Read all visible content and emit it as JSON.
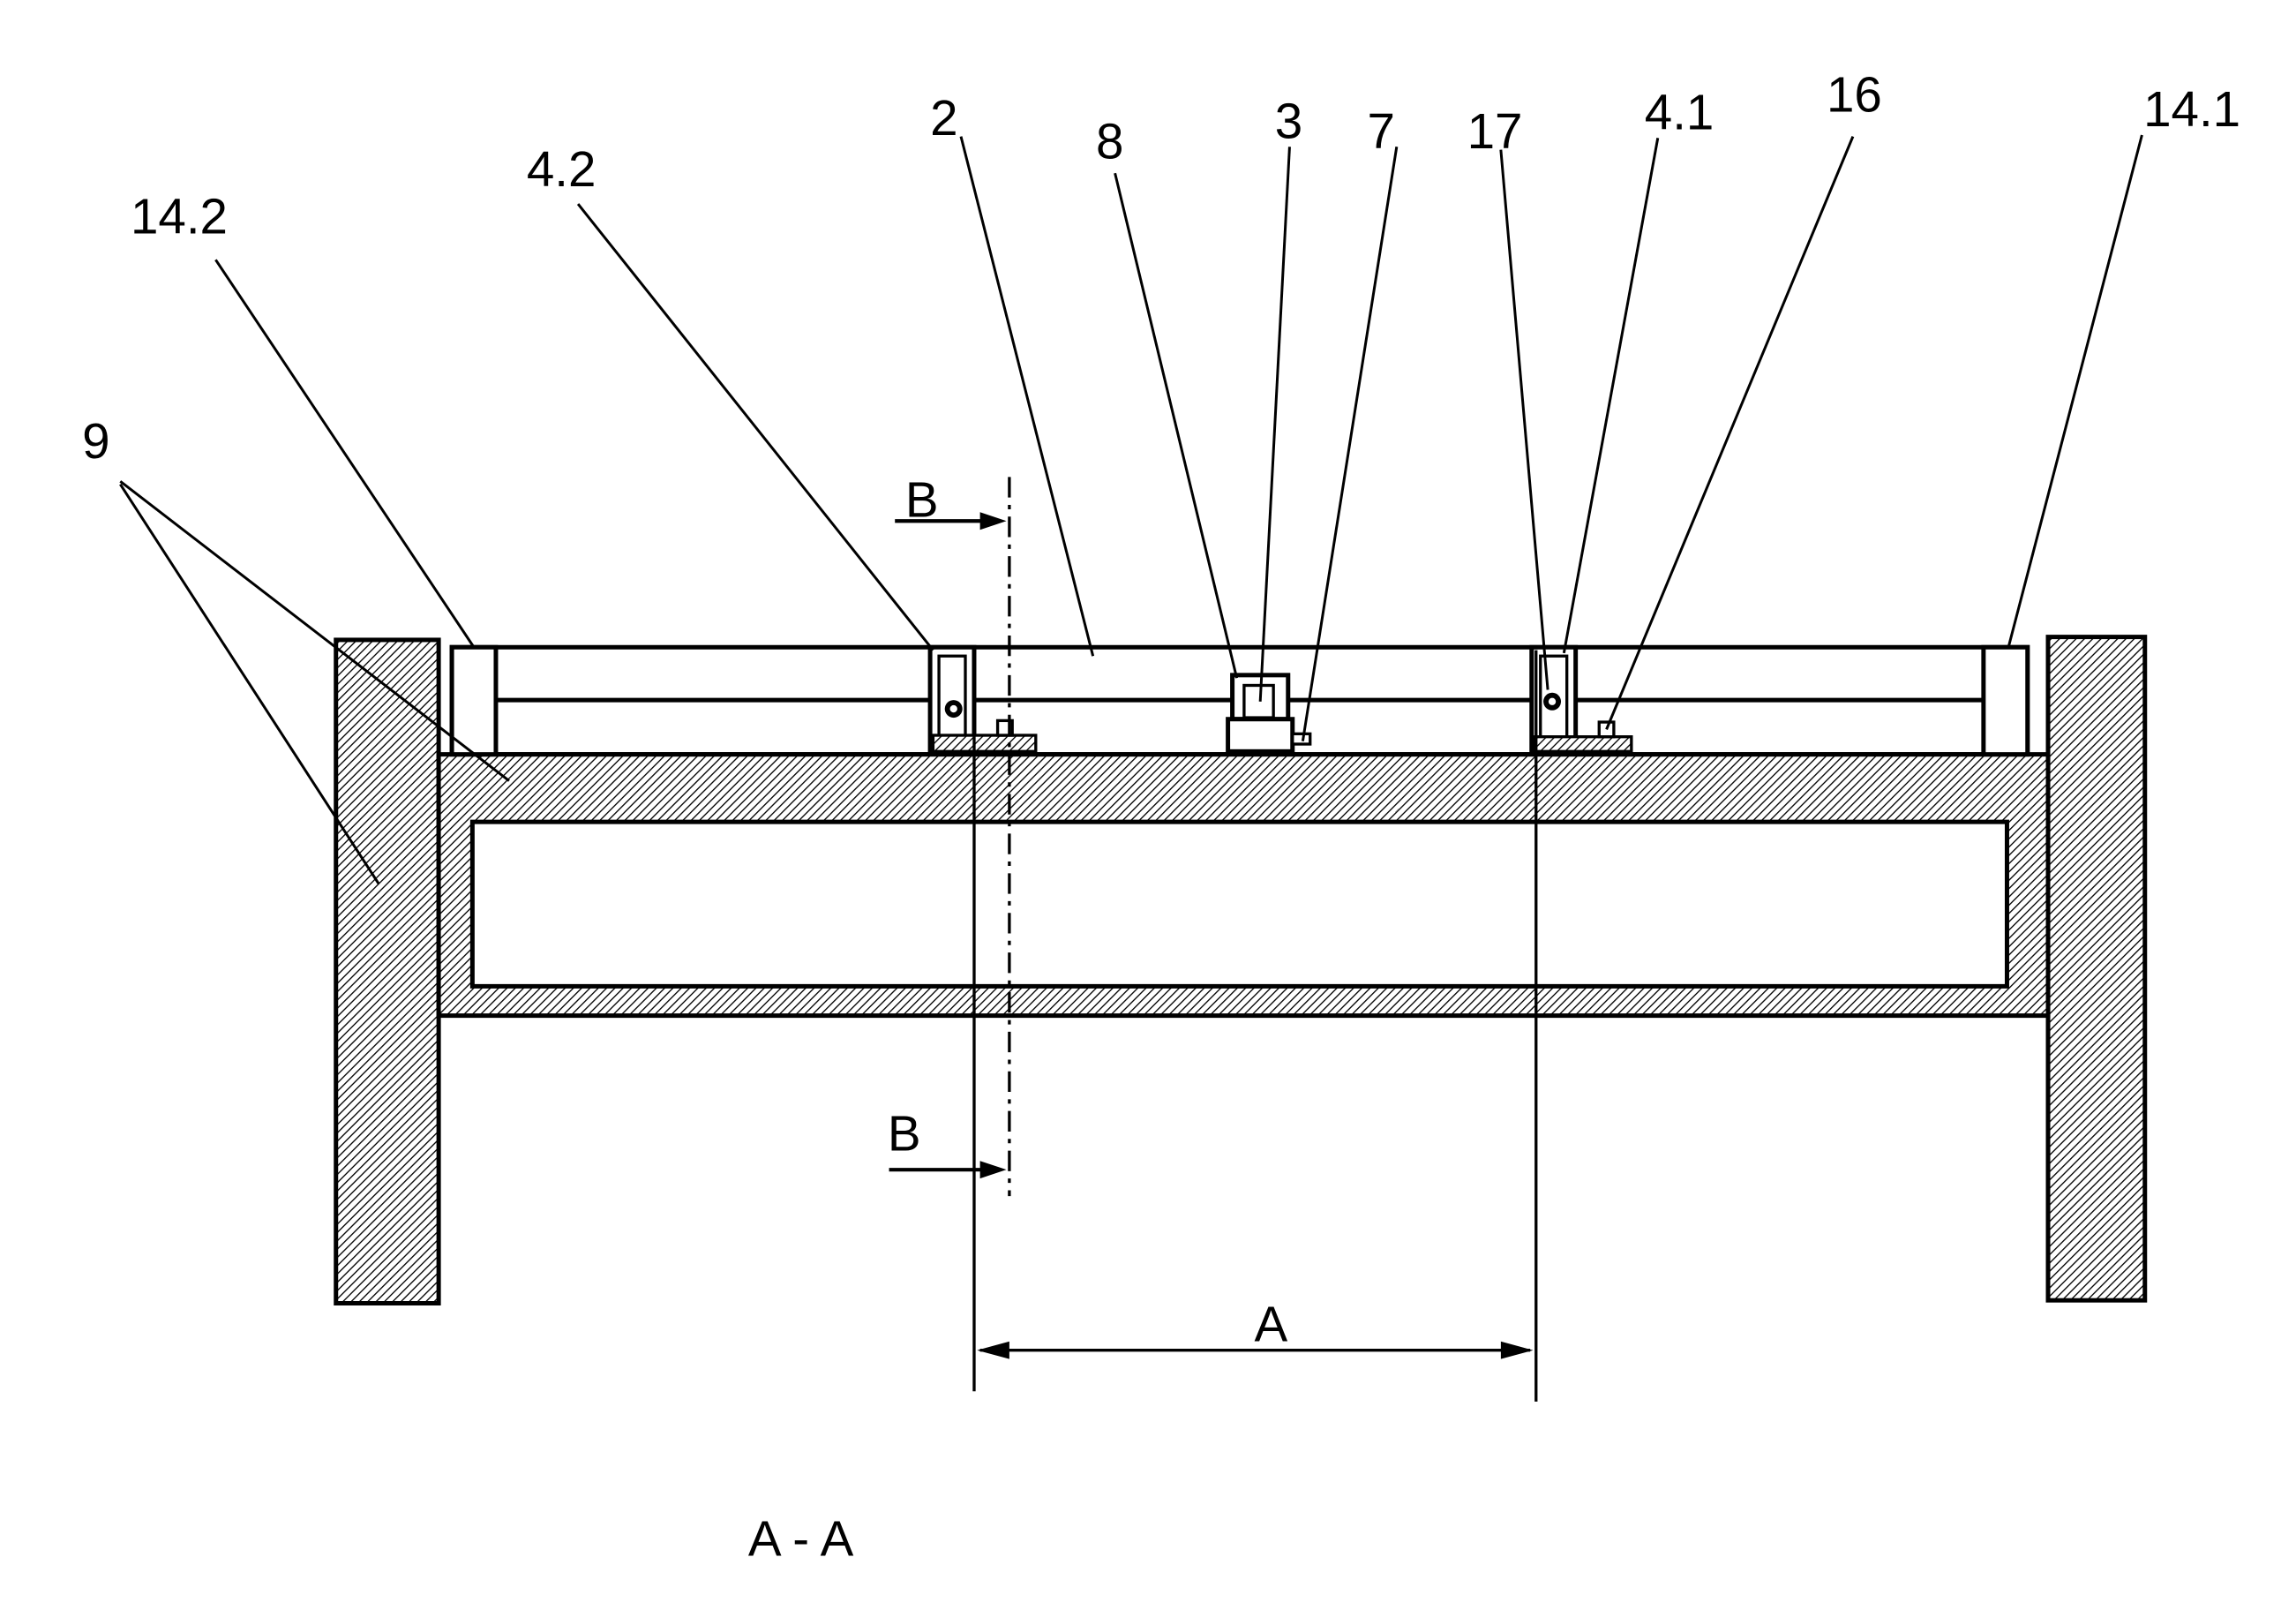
{
  "labels": {
    "l_14_2": "14.2",
    "l_4_2": "4.2",
    "l_2": "2",
    "l_8": "8",
    "l_3": "3",
    "l_7": "7",
    "l_17": "17",
    "l_4_1": "4.1",
    "l_16": "16",
    "l_14_1": "14.1",
    "l_9": "9",
    "l_B_top": "B",
    "l_B_bottom": "B",
    "l_A_dim": "A",
    "l_section": "A - A"
  },
  "colors": {
    "line": "#000000",
    "hatch": "#000000",
    "background": "#ffffff"
  }
}
